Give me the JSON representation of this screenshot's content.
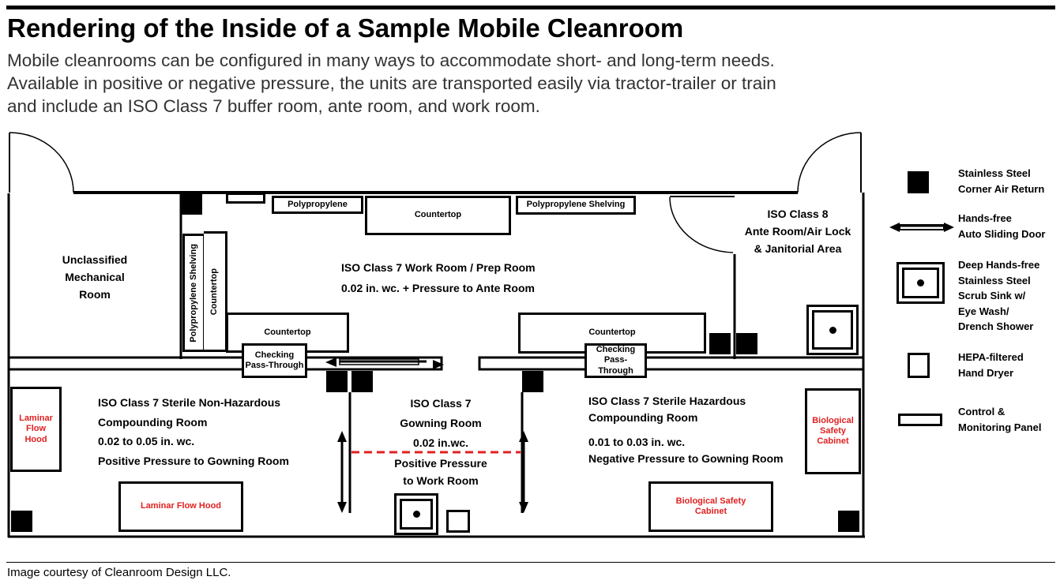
{
  "header": {
    "title": "Rendering of the Inside of a Sample Mobile Cleanroom",
    "subtitle_lines": [
      "Mobile cleanrooms can be configured in many ways to accommodate short- and long-term needs.",
      "Available in positive or negative pressure, the units are transported easily via tractor-trailer or train",
      "and include an ISO Class 7 buffer room, ante room, and work room."
    ]
  },
  "plan": {
    "mechanical_room": [
      "Unclassified",
      "Mechanical",
      "Room"
    ],
    "work_room": [
      "ISO Class 7 Work Room / Prep Room",
      "0.02 in. wc. + Pressure to Ante Room"
    ],
    "ante_room": [
      "ISO Class 8",
      "Ante Room/Air Lock",
      "& Janitorial  Area"
    ],
    "non_haz_room": [
      "ISO Class 7 Sterile Non-Hazardous",
      "Compounding Room",
      "0.02 to 0.05 in. wc.",
      "Positive Pressure to Gowning Room"
    ],
    "gowning_room": [
      "ISO Class 7",
      "Gowning Room",
      "0.02 in.wc.",
      "Positive Pressure",
      "to Work Room"
    ],
    "haz_room": [
      "ISO Class 7 Sterile Hazardous",
      "Compounding Room",
      "0.01 to 0.03 in. wc.",
      "Negative Pressure to Gowning Room"
    ],
    "polypropylene_top": "Polypropylene",
    "countertop_top": "Countertop",
    "polypropylene_shelving_top": "Polypropylene Shelving",
    "polypropylene_shelving_vertical": "Polypropylene Shelving",
    "countertop_vertical": "Countertop",
    "countertop_left": "Countertop",
    "countertop_right": "Countertop",
    "pass_through_left": [
      "Checking",
      "Pass-Through"
    ],
    "pass_through_right": [
      "Checking",
      "Pass-Through"
    ],
    "laminar_flow_hood_side": [
      "Laminar",
      "Flow",
      "Hood"
    ],
    "laminar_flow_hood_bottom": "Laminar Flow Hood",
    "bio_cabinet_side": [
      "Biological",
      "Safety",
      "Cabinet"
    ],
    "bio_cabinet_bottom": [
      "Biological Safety",
      "Cabinet"
    ]
  },
  "legend": [
    {
      "icon": "air-return-icon",
      "lines": [
        "Stainless Steel",
        "Corner Air Return"
      ]
    },
    {
      "icon": "sliding-door-icon",
      "lines": [
        "Hands-free",
        "Auto Sliding Door"
      ]
    },
    {
      "icon": "scrub-sink-icon",
      "lines": [
        "Deep Hands-free",
        "Stainless Steel",
        "Scrub Sink w/",
        "Eye Wash/",
        "Drench Shower"
      ]
    },
    {
      "icon": "hand-dryer-icon",
      "lines": [
        "HEPA-filtered",
        "Hand Dryer"
      ]
    },
    {
      "icon": "control-panel-icon",
      "lines": [
        "Control &",
        "Monitoring Panel"
      ]
    }
  ],
  "footer": {
    "credit": "Image courtesy of Cleanroom Design LLC."
  },
  "colors": {
    "equipment_text": "#e02020",
    "pressure_boundary": "#e02020",
    "walls": "#000000"
  }
}
